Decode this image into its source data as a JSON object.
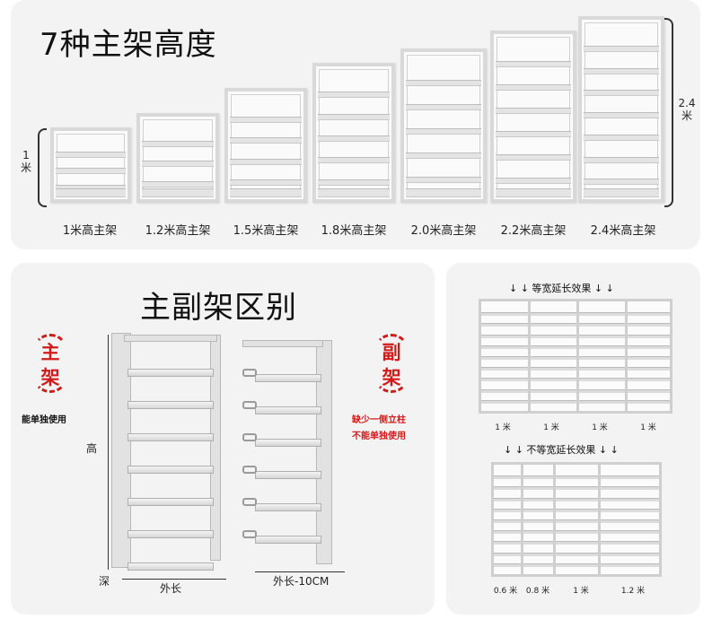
{
  "top": {
    "title": "7种主架高度",
    "left_dim": "1 米",
    "right_dim": "2.4 米",
    "shelves": [
      {
        "label": "1米高主架"
      },
      {
        "label": "1.2米高主架"
      },
      {
        "label": "1.5米高主架"
      },
      {
        "label": "1.8米高主架"
      },
      {
        "label": "2.0米高主架"
      },
      {
        "label": "2.2米高主架"
      },
      {
        "label": "2.4米高主架"
      }
    ]
  },
  "compare": {
    "title": "主副架区别",
    "main_badge": [
      "主",
      "架"
    ],
    "main_note": "能单独使用",
    "sub_badge": [
      "副",
      "架"
    ],
    "sub_note_1": "缺少一侧立柱",
    "sub_note_2": "不能单独使用",
    "height_label": "高",
    "depth_label": "深",
    "main_length_label": "外长",
    "sub_length_label": "外长-10CM"
  },
  "effects": {
    "equal_title": "↓ ↓  等宽延长效果  ↓ ↓",
    "equal_units": [
      "1 米",
      "1 米",
      "1 米",
      "1 米"
    ],
    "unequal_title": "↓ ↓  不等宽延长效果  ↓ ↓",
    "unequal_units": [
      "0.6 米",
      "0.8 米",
      "1 米",
      "1.2 米"
    ]
  },
  "colors": {
    "accent_red": "#d21a1a",
    "panel_bg": "#f3f3f3",
    "metal": "#d9d9d9"
  }
}
